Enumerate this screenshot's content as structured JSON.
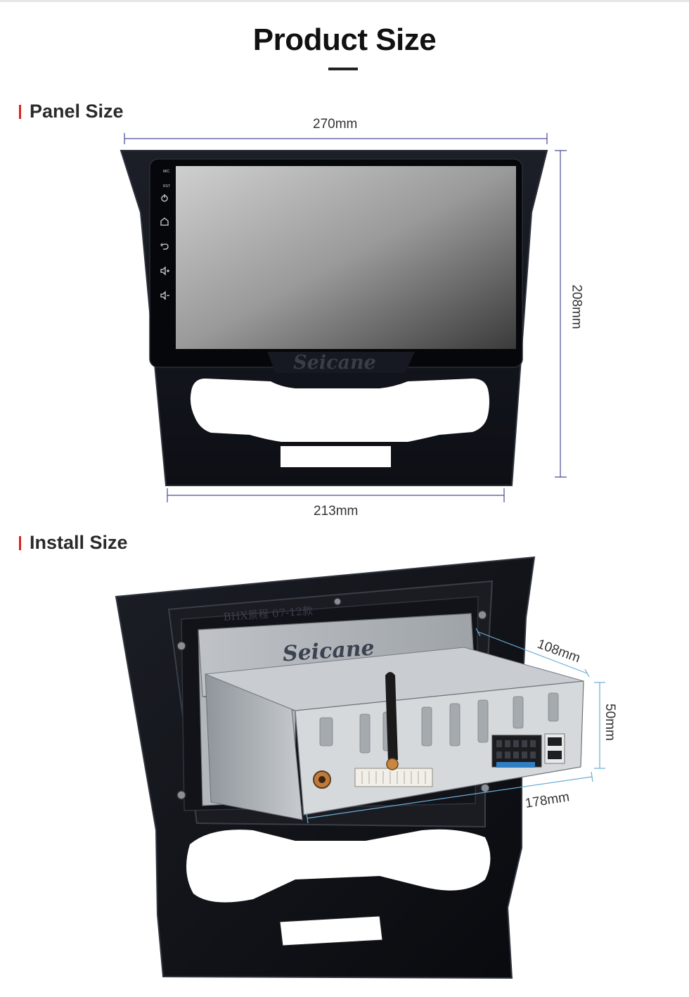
{
  "page": {
    "title": "Product Size"
  },
  "panel_section": {
    "heading": "Panel Size",
    "width_label": "270mm",
    "height_label": "208mm",
    "bottom_label": "213mm",
    "brand": "Seicane",
    "side_buttons": [
      "MIC",
      "RST",
      "power-icon",
      "home-icon",
      "back-icon",
      "volume-up-icon",
      "volume-down-icon"
    ]
  },
  "install_section": {
    "heading": "Install Size",
    "depth_label": "108mm",
    "height_label": "50mm",
    "width_label": "178mm",
    "brand": "Seicane",
    "frame_stamp": "BHX景程 07-12款"
  },
  "colors": {
    "accent": "#e02020",
    "dimension_line": "#4a4a9a",
    "install_dimension_line": "#6aaed6"
  }
}
